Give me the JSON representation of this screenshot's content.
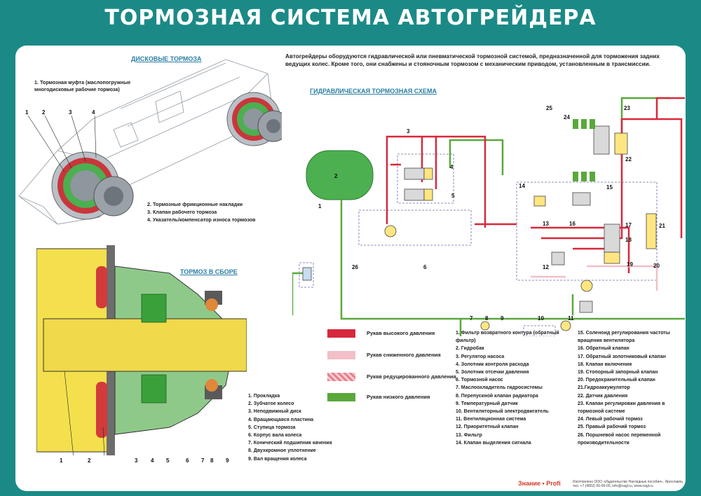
{
  "title": "ТОРМОЗНАЯ СИСТЕМА АВТОГРЕЙДЕРА",
  "disc": {
    "header": "ДИСКОВЫЕ ТОРМОЗА",
    "label1": "1. Тормозная муфта (маслопогружные многодисковые рабочие тормоза)",
    "labels_2_4": [
      "2. Тормозные фрикционные накладки",
      "3. Клапан рабочего тормоза",
      "4. Указатель/компенсатор износа тормозов"
    ],
    "nums": [
      "1",
      "2",
      "3",
      "4"
    ]
  },
  "assembly": {
    "header": "ТОРМОЗ В СБОРЕ",
    "items": [
      "1. Прокладка",
      "2. Зубчатое колесо",
      "3. Неподвижный диск",
      "4. Вращающаяся пластина",
      "5. Ступица тормоза",
      "6. Корпус вала колеса",
      "7. Конический подшипник качения",
      "8. Двухкромное уплотнение",
      "9. Вал вращения колеса"
    ],
    "nums": [
      "1",
      "2",
      "3",
      "4",
      "5",
      "6",
      "7",
      "8",
      "9"
    ]
  },
  "intro": "Автогрейдеры оборудуются гидравлической или пневматической тормозной системой, предназначенной для торможения задних ведущих колес. Кроме того, они снабжены и стояночным тормозом с механическим приводом, установленным в трансмиссии.",
  "scheme": {
    "header": "ГИДРАВЛИЧЕСКАЯ ТОРМОЗНАЯ СХЕМА",
    "nums": [
      "1",
      "2",
      "3",
      "4",
      "5",
      "6",
      "7",
      "8",
      "9",
      "10",
      "11",
      "12",
      "13",
      "14",
      "15",
      "16",
      "17",
      "18",
      "19",
      "20",
      "21",
      "22",
      "23",
      "24",
      "25",
      "26"
    ]
  },
  "legend": [
    {
      "label": "Рукав высокого давления",
      "color": "#d8283c"
    },
    {
      "label": "Рукав сниженного давления",
      "color": "#f2c0c6"
    },
    {
      "label": "Рукав редуцированного давления",
      "color": "#e8808c"
    },
    {
      "label": "Рукав низкого давления",
      "color": "#5aa83a"
    }
  ],
  "list_col1": [
    "1. Фильтр возвратного контура (обратный",
    "фильтр)",
    "2. Гидробак",
    "3. Регулятор насоса",
    "4. Золотник контроля расхода",
    "5. Золотник отсечки давления",
    "6. Тормозной насос",
    "7. Маслоохладитель гидросистемы",
    "8. Перепускной клапан радиатора",
    "9. Температурный датчик",
    "10. Вентиляторный электродвигатель",
    "11. Вентиляционная система",
    "12. Приоритетный клапан",
    "13. Фильтр",
    "14. Клапан выделения сигнала"
  ],
  "list_col2": [
    "15. Соленоид регулирования частоты",
    "вращения вентилятора",
    "16. Обратный клапан",
    "17. Обратный золотниковый клапан",
    "18. Клапан включения",
    "19. Стопорный запорный клапан",
    "20. Предохранительный клапан",
    "21.Гидроаккумулятор",
    "22. Датчик давления",
    "23. Клапан регулировки давления в",
    "тормозной системе",
    "24. Левый рабочий тормоз",
    "25. Правый рабочий тормоз",
    "26. Поршневой насос переменной",
    "производительности"
  ],
  "footer": {
    "logo": "Знание • Profi",
    "text": "Изготовлено ООО «Издательство Наглядные пособия». Ярославль. тел. +7 (4852) 00-00-00, info@nagl.ru, www.nagl.ru"
  }
}
